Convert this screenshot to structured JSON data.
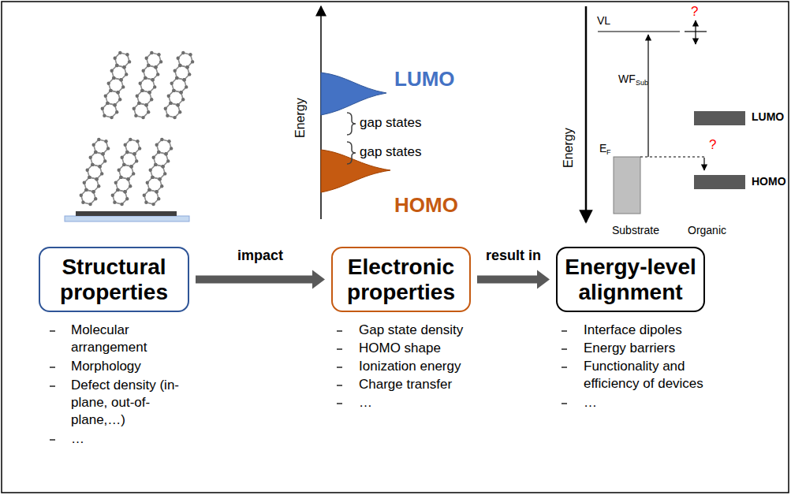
{
  "diagram": {
    "nodes": [
      {
        "text": [
          "Structural properties"
        ]
      },
      {
        "text": [
          "Electronic properties"
        ]
      },
      {
        "text": [
          "Energy-level alignment"
        ]
      }
    ],
    "edges": [
      {
        "from": 0,
        "to": 1,
        "label": "impact",
        "arrow": "to"
      },
      {
        "from": 1,
        "to": 2,
        "label": "result in",
        "arrow": "to"
      }
    ],
    "labels": [
      "Energy",
      "LUMO",
      "gap states",
      "gap states",
      "HOMO",
      "VL",
      "WF",
      "Sub",
      "?",
      "?",
      "Energy",
      "E",
      "F",
      "LUMO",
      "HOMO",
      "Substrate",
      "Organic",
      "Molecular arrangement",
      "Morphology",
      "Defect density (in-plane, out-of-plane,…)",
      "…",
      "Gap state density",
      "HOMO shape",
      "Ionization energy",
      "Charge transfer",
      "…",
      "Interface dipoles",
      "Energy barriers",
      "Functionality and efficiency of devices",
      "…"
    ]
  }
}
